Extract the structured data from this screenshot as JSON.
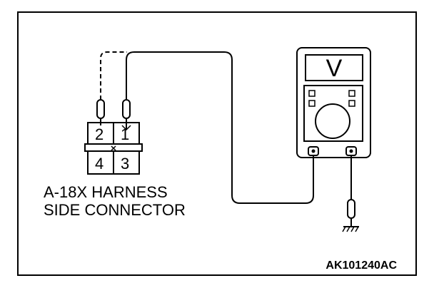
{
  "diagram": {
    "connector": {
      "pins": [
        "2",
        "1",
        "4",
        "3"
      ],
      "label_line1": "A-18X HARNESS",
      "label_line2": "SIDE CONNECTOR"
    },
    "meter": {
      "display_symbol": "V"
    },
    "figure_code": "AK101240AC",
    "colors": {
      "line": "#000000",
      "background": "#ffffff"
    },
    "icons": [
      "voltmeter-icon",
      "ground-icon",
      "probe-icon"
    ]
  }
}
